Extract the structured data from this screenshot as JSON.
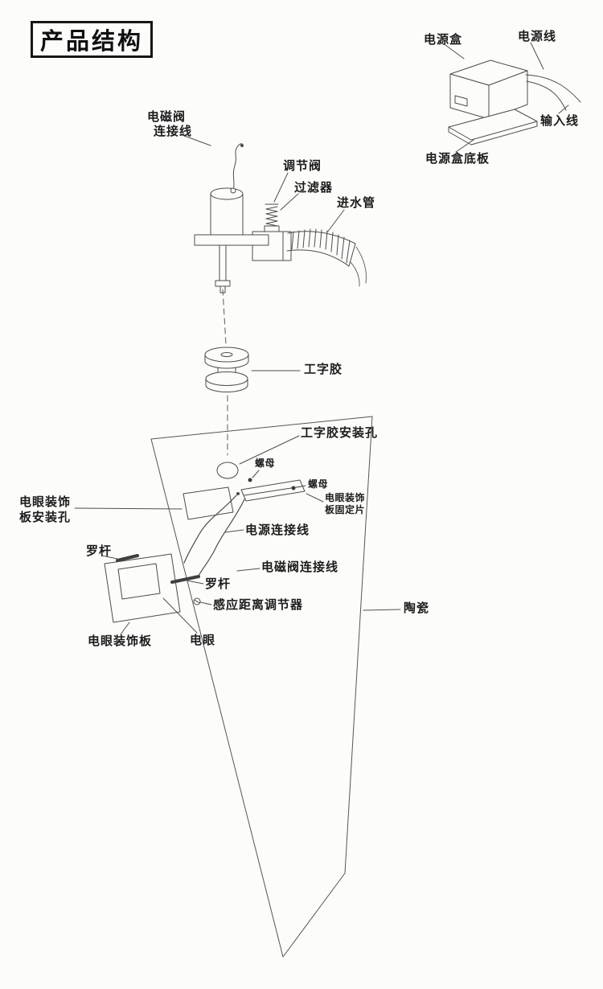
{
  "title": "产品结构",
  "labels": {
    "power_box": "电源盒",
    "power_cord": "电源线",
    "input_wire": "输入线",
    "power_box_base": "电源盒底板",
    "solenoid_wire_line1": "电磁阀",
    "solenoid_wire_line2": "连接线",
    "adjusting_valve": "调节阀",
    "filter": "过滤器",
    "water_inlet_pipe": "进水管",
    "i_gasket": "工字胶",
    "i_gasket_mount_hole": "工字胶安装孔",
    "nut_1": "螺母",
    "nut_2": "螺母",
    "eye_plate_mount_hole_line1": "电眼装饰",
    "eye_plate_mount_hole_line2": "板安装孔",
    "eye_plate_fixing_piece_line1": "电眼装饰",
    "eye_plate_fixing_piece_line2": "板固定片",
    "power_connection_wire": "电源连接线",
    "bolt_1": "罗杆",
    "solenoid_connection_wire": "电磁阀连接线",
    "bolt_2": "罗杆",
    "sensing_distance_adjuster": "感应距离调节器",
    "ceramic": "陶瓷",
    "eye_decorative_plate": "电眼装饰板",
    "electric_eye": "电眼"
  }
}
